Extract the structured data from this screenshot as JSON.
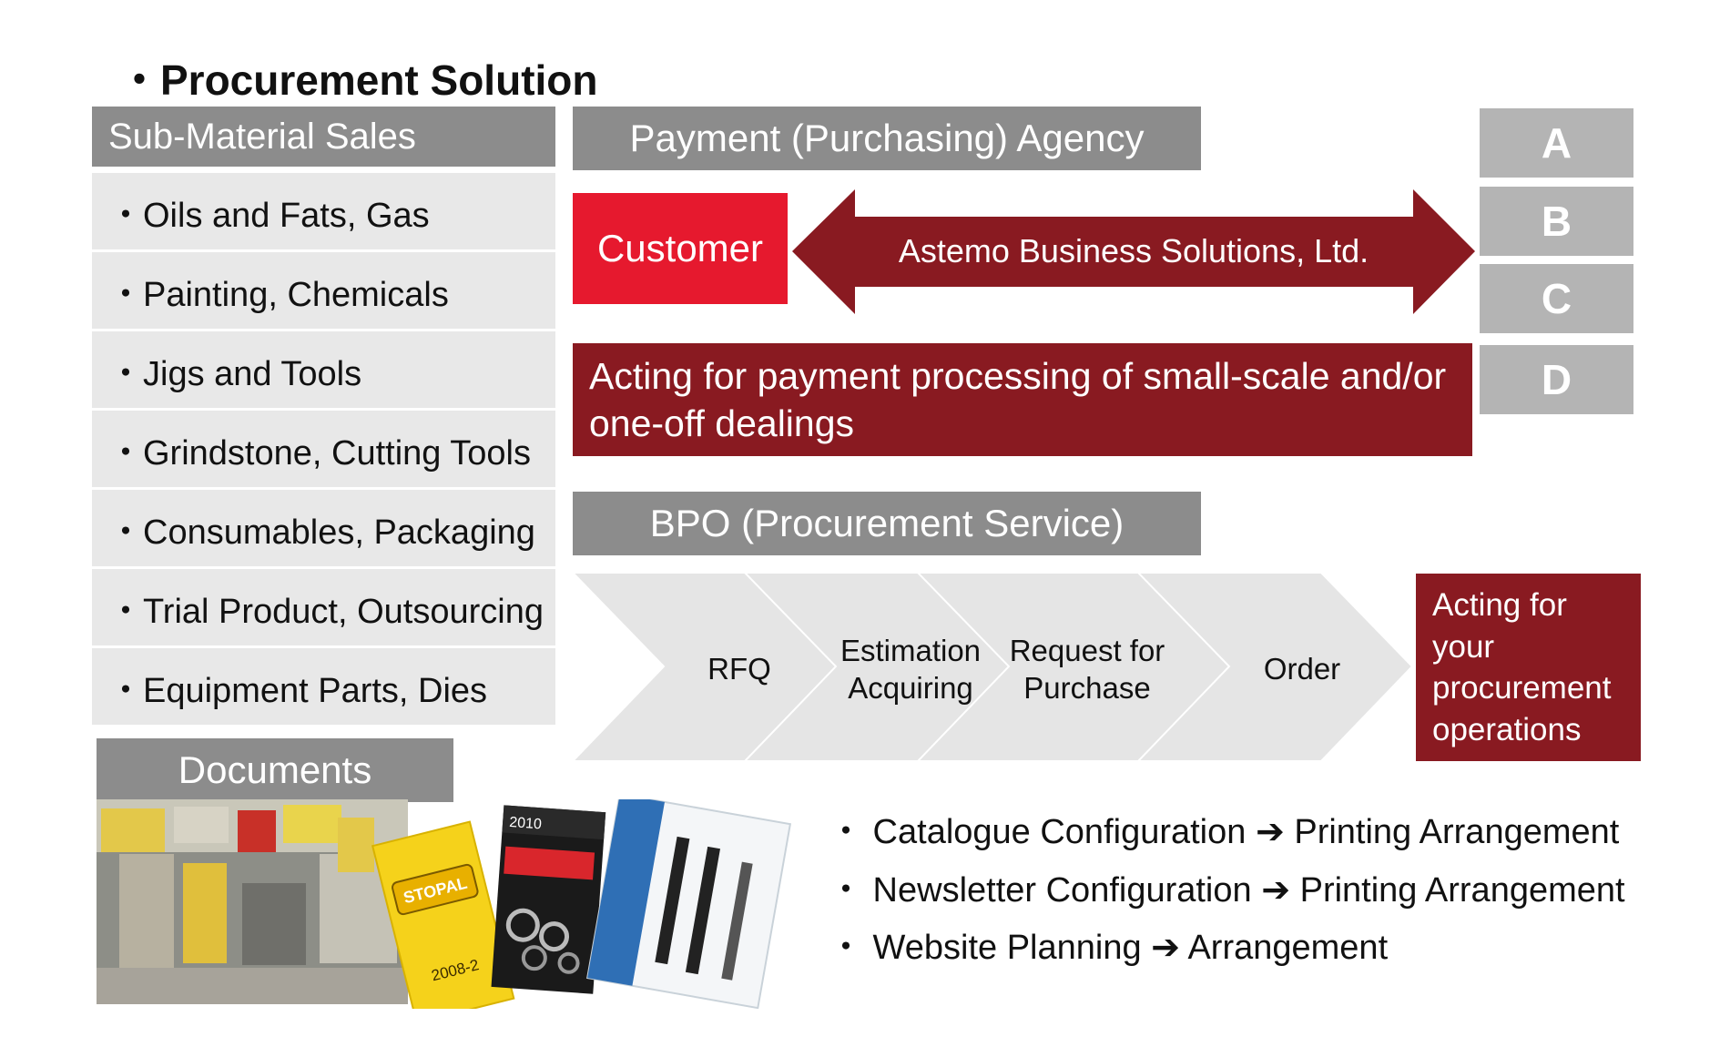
{
  "title": "・Procurement Solution",
  "sub_material": {
    "header": "Sub-Material Sales",
    "items": [
      "・Oils and Fats, Gas",
      "・Painting, Chemicals",
      "・Jigs and Tools",
      "・Grindstone, Cutting Tools",
      "・Consumables, Packaging",
      "・Trial Product, Outsourcing",
      "・Equipment Parts, Dies"
    ]
  },
  "payment": {
    "header": "Payment (Purchasing) Agency",
    "customer": "Customer",
    "arrow_label": "Astemo Business Solutions, Ltd.",
    "description": "Acting for payment processing of small-scale and/or one-off dealings"
  },
  "suppliers": [
    "A",
    "B",
    "C",
    "D"
  ],
  "bpo": {
    "header": "BPO (Procurement Service)",
    "steps": [
      "RFQ",
      "Estimation Acquiring",
      "Request for Purchase",
      "Order"
    ],
    "result": "Acting for your procurement operations"
  },
  "documents": {
    "header": "Documents",
    "bullets": [
      "・ Catalogue Configuration ➔ Printing Arrangement",
      "・ Newsletter Configuration ➔ Printing Arrangement",
      "・ Website Planning ➔  Arrangement"
    ],
    "catalog_texts": [
      "2010",
      "2008-2",
      "STOPAL"
    ]
  },
  "colors": {
    "header_gray": "#8c8c8c",
    "item_gray": "#e8e8e8",
    "letter_gray": "#b4b4b4",
    "customer_red": "#e6192e",
    "dark_red": "#891a21",
    "chevron_gray": "#e5e5e5"
  }
}
